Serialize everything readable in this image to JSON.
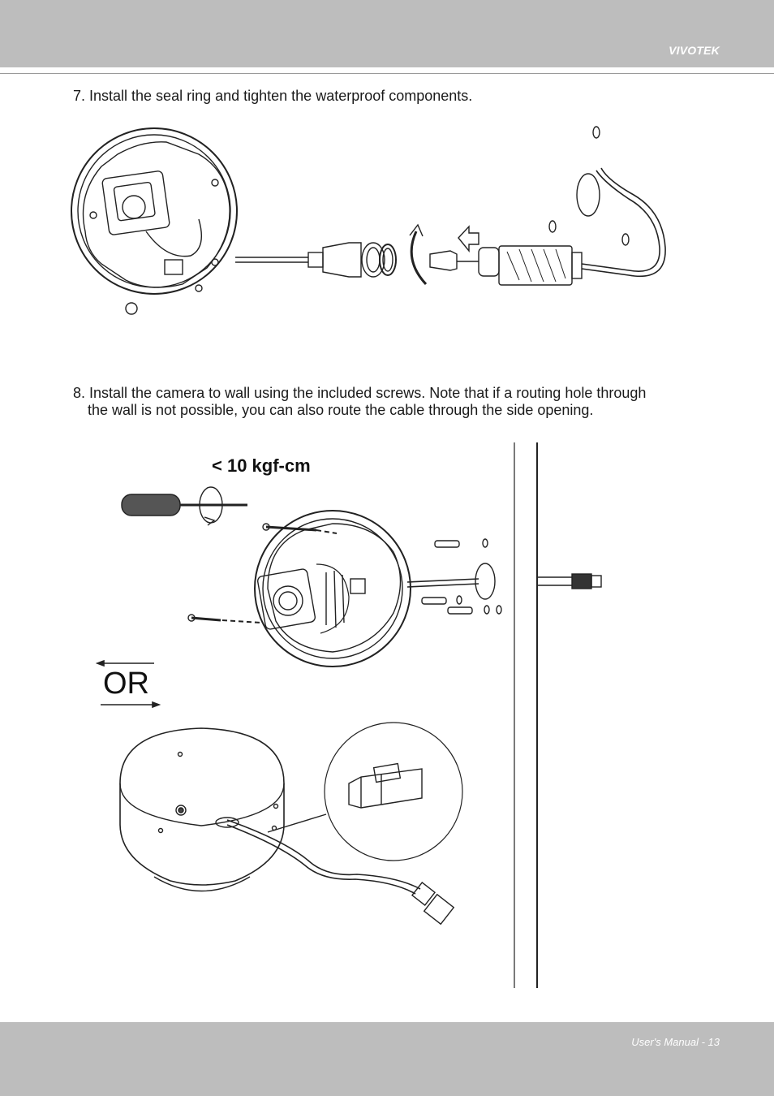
{
  "header": {
    "brand": "VIVOTEK"
  },
  "steps": {
    "step7": "7. Install the seal ring and tighten the waterproof components.",
    "step8_line1": "8. Install the camera to wall using the included screws. Note that if a routing hole through",
    "step8_line2": "the wall is not possible, you can also route the cable through the side opening."
  },
  "figure8": {
    "torque_label": "< 10 kgf-cm",
    "or_label": "OR"
  },
  "footer": {
    "page_label": "User's Manual - 13"
  }
}
